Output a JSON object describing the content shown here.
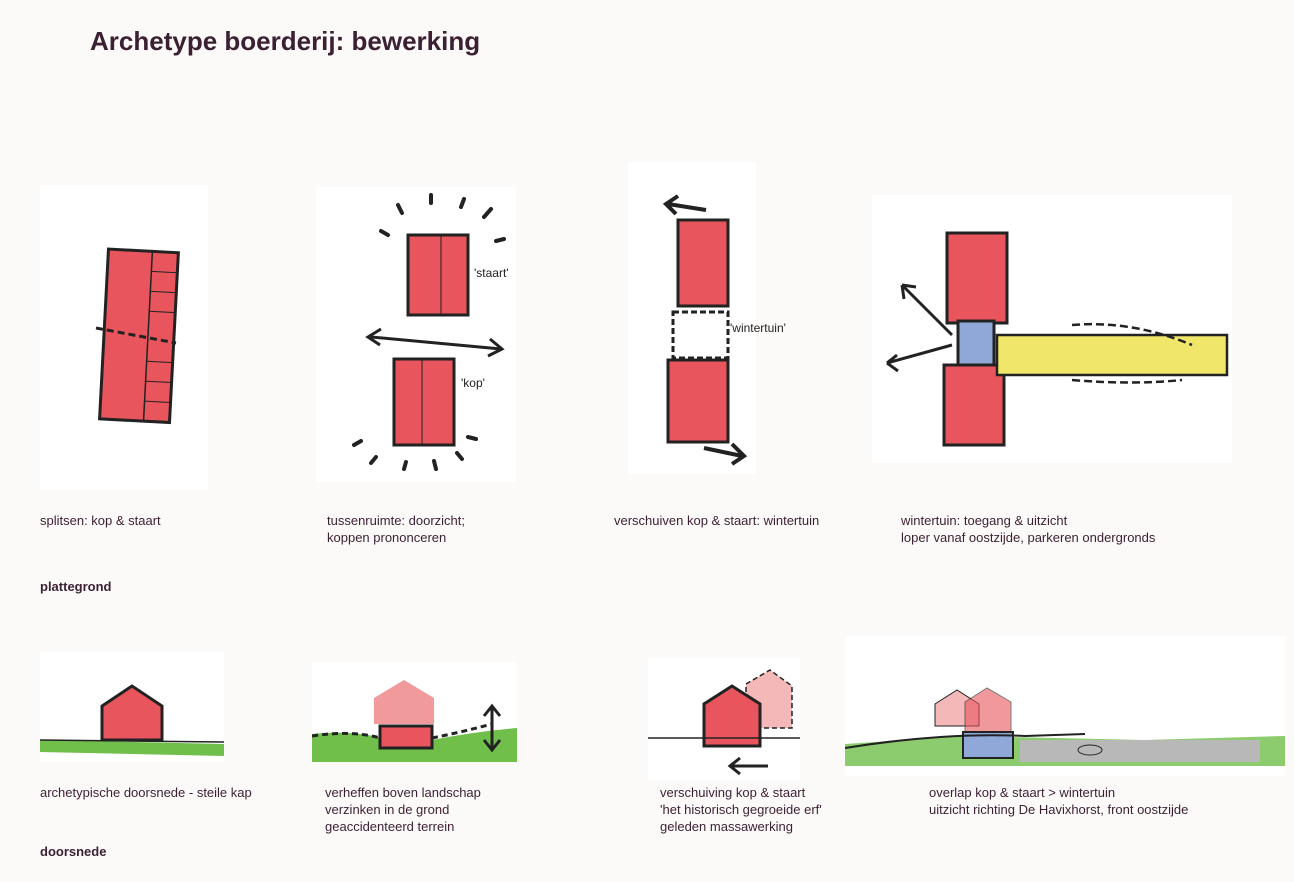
{
  "title": "Archetype boerderij: bewerking",
  "plattegrond": {
    "section_label": "plattegrond",
    "items": [
      {
        "lines": [
          "splitsen: kop & staart"
        ]
      },
      {
        "lines": [
          "tussenruimte: doorzicht;",
          "koppen prononceren"
        ],
        "labels": [
          "'staart'",
          "'kop'"
        ]
      },
      {
        "lines": [
          "verschuiven kop & staart: wintertuin"
        ],
        "labels": [
          "'wintertuin'"
        ]
      },
      {
        "lines": [
          "wintertuin: toegang & uitzicht",
          "loper vanaf oostzijde, parkeren ondergronds"
        ]
      }
    ]
  },
  "doorsnede": {
    "section_label": "doorsnede",
    "items": [
      {
        "lines": [
          "archetypische doorsnede - steile kap"
        ]
      },
      {
        "lines": [
          "verheffen boven landschap",
          "verzinken in de grond",
          "geaccidenteerd terrein"
        ]
      },
      {
        "lines": [
          "verschuiving kop & staart",
          "'het historisch gegroeide erf'",
          "geleden massawerking"
        ]
      },
      {
        "lines": [
          "overlap kop & staart > wintertuin",
          "uitzicht richting De Havixhorst, front oostzijde"
        ]
      }
    ]
  },
  "colors": {
    "red": "#e8555d",
    "green": "#6fbf4a",
    "blue": "#8fa8d8",
    "yellow": "#efe66a",
    "ink": "#2a2420"
  }
}
